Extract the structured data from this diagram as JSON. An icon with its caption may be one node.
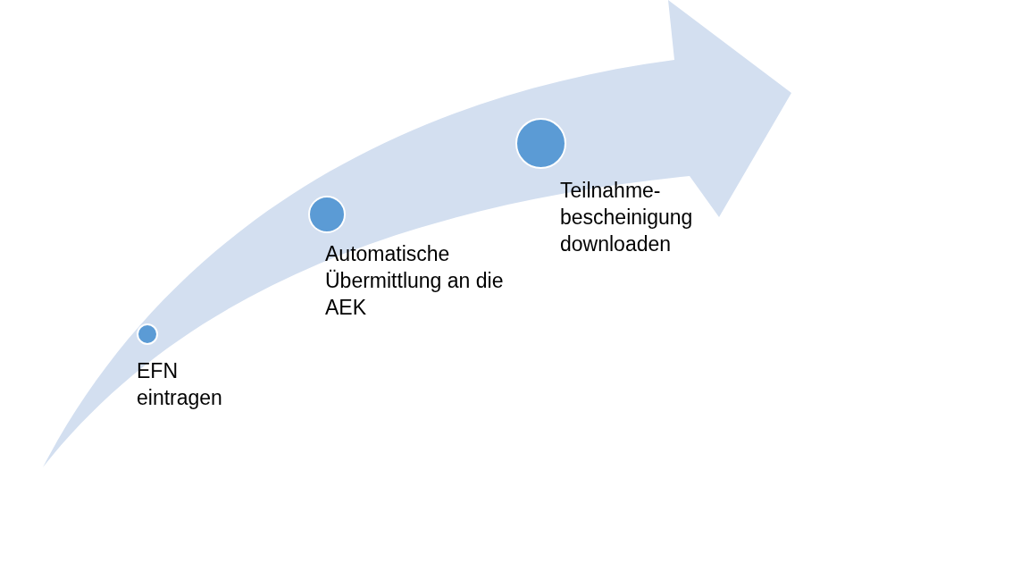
{
  "diagram": {
    "nodes": [
      {
        "text": [
          "EFN eintragen"
        ]
      },
      {
        "text": [
          "Automatische Übermittlung an die AEK"
        ]
      },
      {
        "text": [
          "Teilnahme- bescheinigung downloaden"
        ]
      }
    ]
  }
}
